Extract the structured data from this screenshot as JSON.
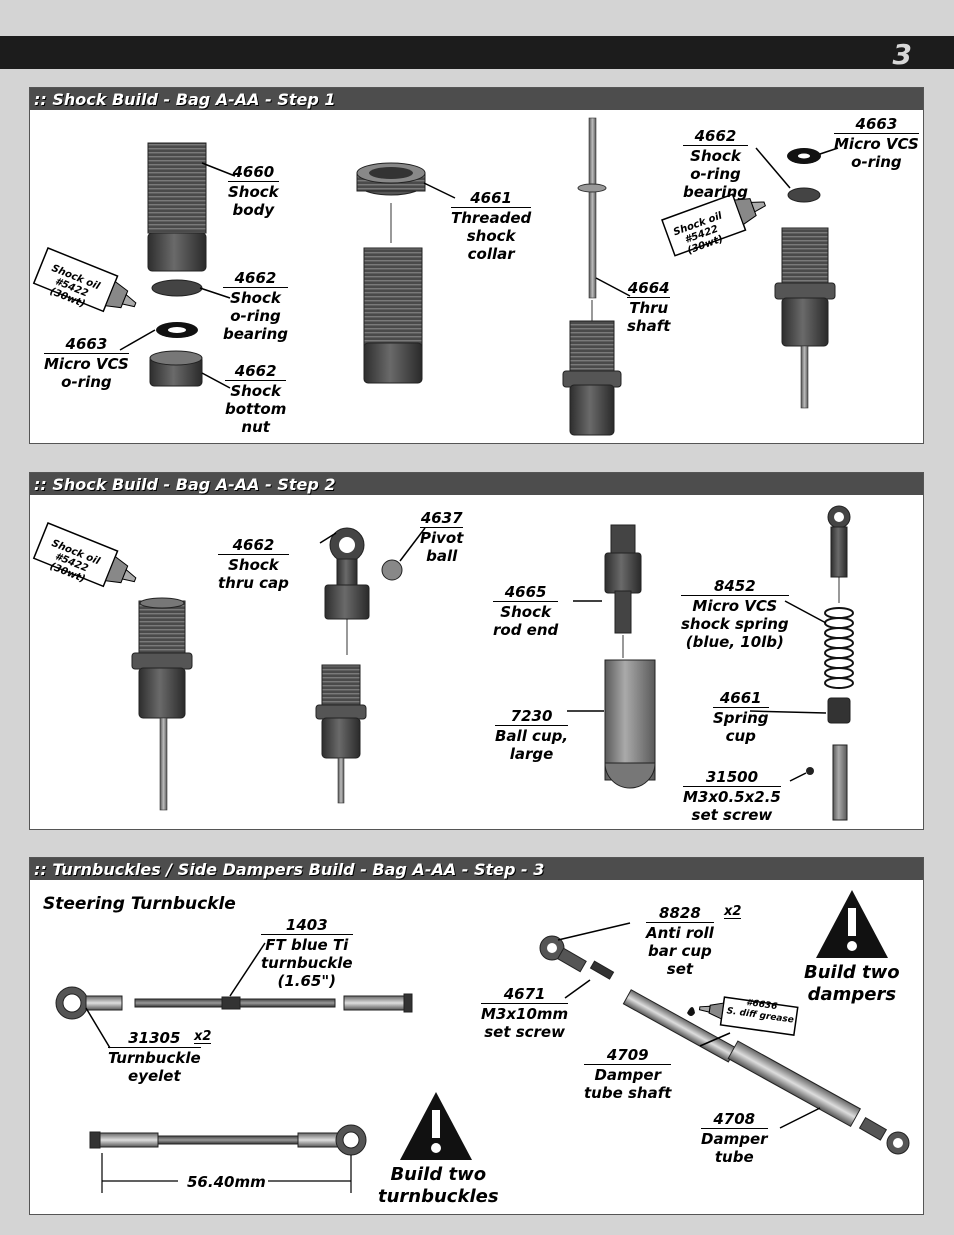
{
  "page": {
    "number": "3"
  },
  "step1": {
    "title": ":: Shock Build - Bag A-AA - Step 1",
    "labels": [
      {
        "pn": "4660",
        "l1": "Shock",
        "l2": "body",
        "l3": ""
      },
      {
        "pn": "4662",
        "l1": "Shock",
        "l2": "o-ring",
        "l3": "bearing"
      },
      {
        "pn": "4663",
        "l1": "Micro VCS",
        "l2": "o-ring",
        "l3": ""
      },
      {
        "pn": "4662",
        "l1": "Shock",
        "l2": "bottom",
        "l3": "nut"
      },
      {
        "pn": "4661",
        "l1": "Threaded",
        "l2": "shock",
        "l3": "collar"
      },
      {
        "pn": "4664",
        "l1": "Thru",
        "l2": "shaft",
        "l3": ""
      },
      {
        "pn": "4662",
        "l1": "Shock",
        "l2": "o-ring",
        "l3": "bearing"
      },
      {
        "pn": "4663",
        "l1": "Micro VCS",
        "l2": "o-ring",
        "l3": ""
      }
    ],
    "oil_bottle": {
      "l1": "Shock oil",
      "l2": "#5422",
      "l3": "(30wt)"
    }
  },
  "step2": {
    "title": ":: Shock Build - Bag A-AA - Step 2",
    "labels": [
      {
        "pn": "4662",
        "l1": "Shock",
        "l2": "thru cap",
        "l3": ""
      },
      {
        "pn": "4637",
        "l1": "Pivot",
        "l2": "ball",
        "l3": ""
      },
      {
        "pn": "4665",
        "l1": "Shock",
        "l2": "rod end",
        "l3": ""
      },
      {
        "pn": "7230",
        "l1": "Ball cup,",
        "l2": "large",
        "l3": ""
      },
      {
        "pn": "8452",
        "l1": "Micro VCS",
        "l2": "shock spring",
        "l3": "(blue, 10lb)"
      },
      {
        "pn": "4661",
        "l1": "Spring",
        "l2": "cup",
        "l3": ""
      },
      {
        "pn": "31500",
        "l1": "M3x0.5x2.5",
        "l2": "set screw",
        "l3": ""
      }
    ],
    "oil_bottle": {
      "l1": "Shock oil",
      "l2": "#5422",
      "l3": "(30wt)"
    }
  },
  "step3": {
    "title": ":: Turnbuckles / Side Dampers Build - Bag A-AA - Step - 3",
    "subtitle": "Steering Turnbuckle",
    "labels": [
      {
        "pn": "1403",
        "l1": "FT blue Ti",
        "l2": "turnbuckle",
        "l3": "(1.65\")"
      },
      {
        "pn": "31305",
        "l1": "Turnbuckle",
        "l2": "eyelet",
        "l3": ""
      },
      {
        "pn": "8828",
        "l1": "Anti roll",
        "l2": "bar cup",
        "l3": "set"
      },
      {
        "pn": "4671",
        "l1": "M3x10mm",
        "l2": "set screw",
        "l3": ""
      },
      {
        "pn": "4709",
        "l1": "Damper",
        "l2": "tube shaft",
        "l3": ""
      },
      {
        "pn": "4708",
        "l1": "Damper",
        "l2": "tube",
        "l3": ""
      }
    ],
    "qty_x2": "x2",
    "dimension": "56.40mm",
    "grease": {
      "l1": "#6636",
      "l2": "S. diff grease"
    },
    "warn_turnbuckles": {
      "l1": "Build two",
      "l2": "turnbuckles"
    },
    "warn_dampers": {
      "l1": "Build two",
      "l2": "dampers"
    }
  },
  "colors": {
    "header_bg": "#1c1c1c",
    "panel_head": "#4d4d4d",
    "part_dark": "#3a3a3a",
    "part_mid": "#6e6e6e",
    "page_bg": "#d4d4d4"
  }
}
